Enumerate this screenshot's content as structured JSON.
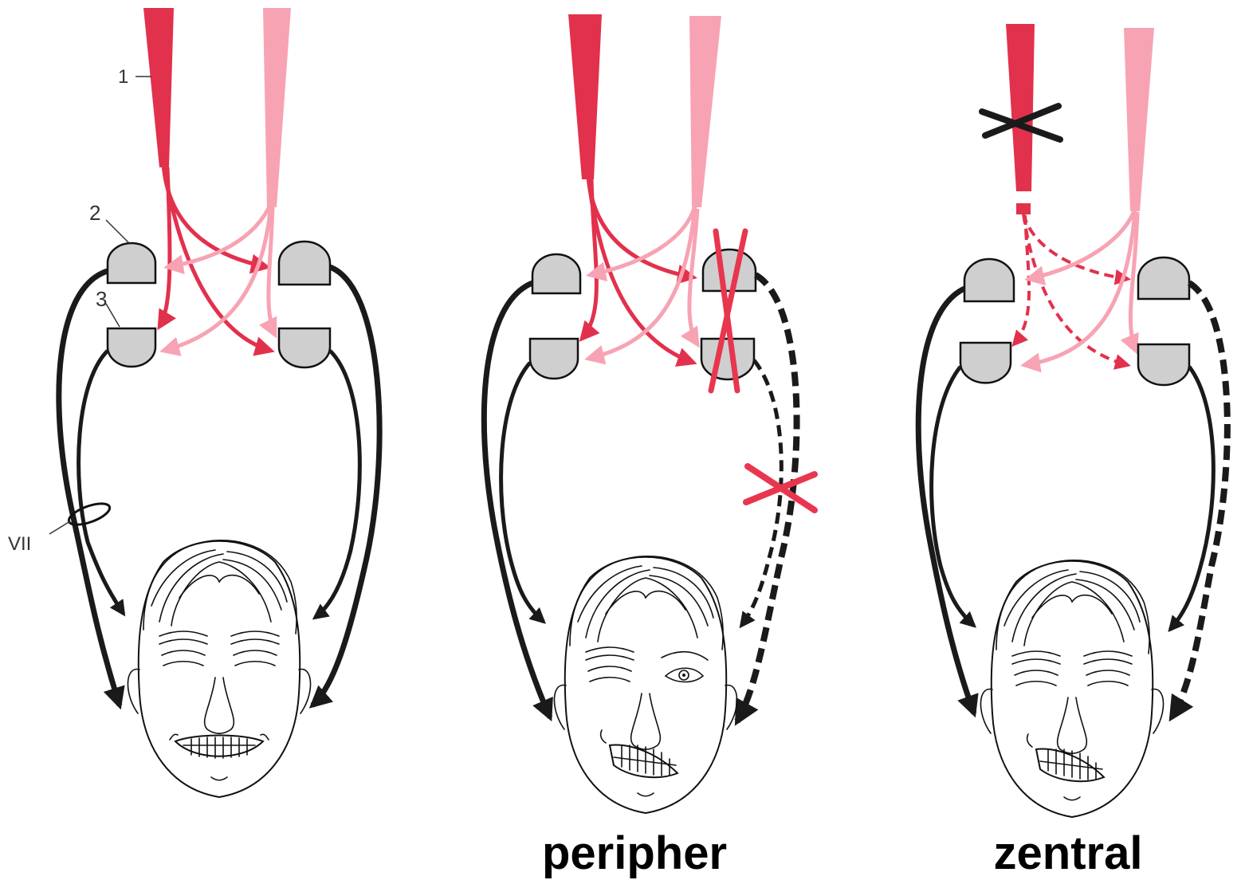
{
  "labels": {
    "tract": "1",
    "upper_nucleus": "2",
    "lower_nucleus": "3",
    "nerve": "VII"
  },
  "captions": {
    "peripheral": "peripher",
    "central": "zentral"
  },
  "colors": {
    "tract_dark": "#e2314c",
    "tract_light": "#f7a3b3",
    "nerve": "#1a1a1a",
    "lesion_peripheral": "#e8364f",
    "lesion_central": "#1a1a1a"
  }
}
